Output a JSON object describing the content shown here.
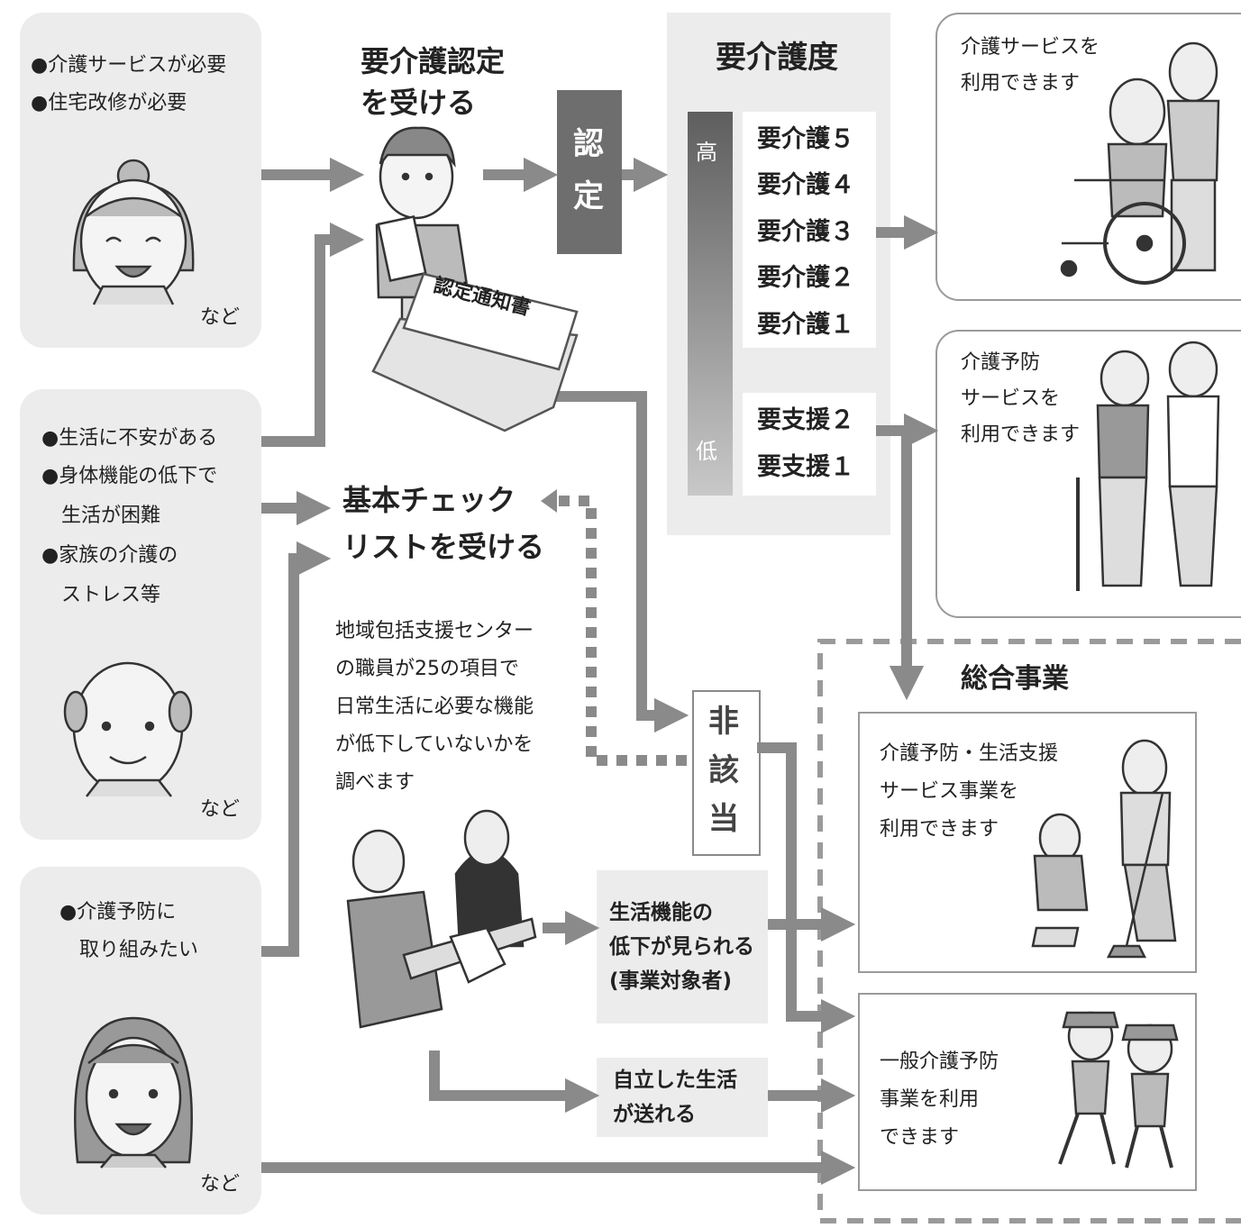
{
  "left": {
    "group1": {
      "items": [
        "●介護サービスが必要",
        "●住宅改修が必要"
      ],
      "etc": "など"
    },
    "group2": {
      "items": [
        "●生活に不安がある",
        "●身体機能の低下で",
        "生活が困難",
        "●家族の介護の",
        "ストレス等"
      ],
      "etc": "など"
    },
    "group3": {
      "items": [
        "●介護予防に",
        "取り組みたい"
      ],
      "etc": "など"
    }
  },
  "center": {
    "cert_title": [
      "要介護認定",
      "を受ける"
    ],
    "document_label": "認定通知書",
    "certification": [
      "認",
      "定"
    ],
    "checklist_title": [
      "基本チェック",
      "リストを受ける"
    ],
    "checklist_desc": [
      "地域包括支援センター",
      "の職員が25の項目で",
      "日常生活に必要な機能",
      "が低下していないかを",
      "調べます"
    ],
    "not_applicable": [
      "非",
      "該",
      "当"
    ],
    "decline_box": [
      "生活機能の",
      "低下が見られる",
      "(事業対象者)"
    ],
    "independent_box": [
      "自立した生活",
      "が送れる"
    ]
  },
  "care_level": {
    "title": "要介護度",
    "high": "高",
    "low": "低",
    "care_levels": [
      "要介護５",
      "要介護４",
      "要介護３",
      "要介護２",
      "要介護１"
    ],
    "support_levels": [
      "要支援２",
      "要支援１"
    ]
  },
  "right": {
    "care_service": [
      "介護サービスを",
      "利用できます"
    ],
    "prevention_service": [
      "介護予防",
      "サービスを",
      "利用できます"
    ],
    "comprehensive_title": "総合事業",
    "comprehensive_box1": [
      "介護予防・生活支援",
      "サービス事業を",
      "利用できます"
    ],
    "comprehensive_box2": [
      "一般介護予防",
      "事業を利用",
      "できます"
    ]
  }
}
